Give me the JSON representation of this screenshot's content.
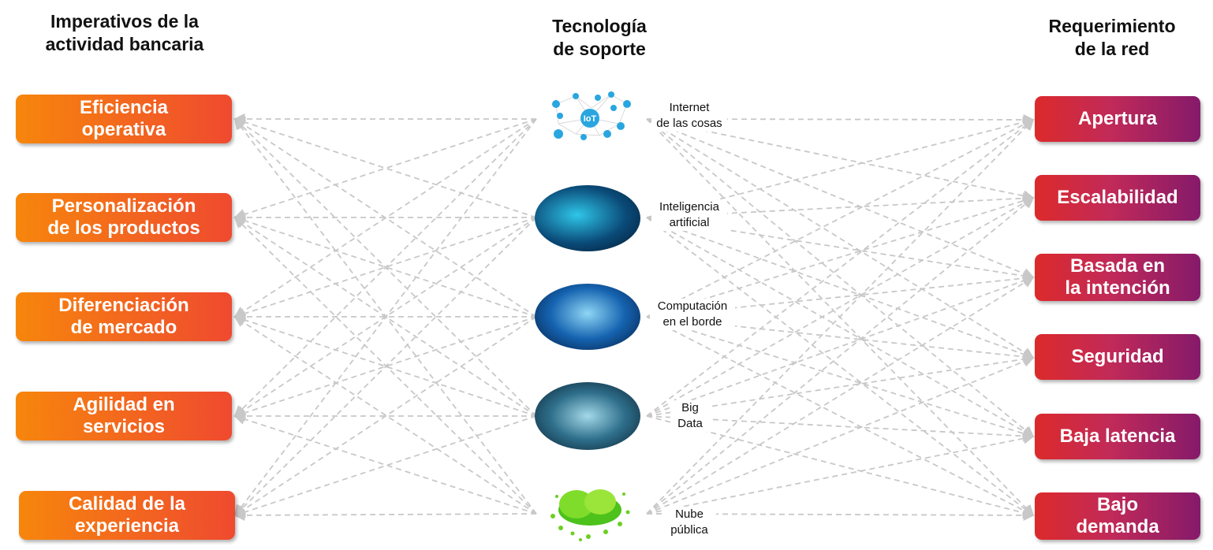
{
  "headers": {
    "left": "Imperativos de la\nactividad bancaria",
    "center": "Tecnología\nde soporte",
    "right": "Requerimiento\nde la red"
  },
  "imperatives": [
    "Eficiencia\noperativa",
    "Personalización\nde los productos",
    "Diferenciación\nde mercado",
    "Agilidad en\nservicios",
    "Calidad de la\nexperiencia"
  ],
  "technologies": [
    {
      "label": "Internet\nde las cosas",
      "icon": "iot-ecosystem-icon",
      "icon_text": "IoT"
    },
    {
      "label": "Inteligencia\nartificial",
      "icon": "ai-head-icon"
    },
    {
      "label": "Computación\nen el borde",
      "icon": "edge-cloud-icon"
    },
    {
      "label": "Big\nData",
      "icon": "big-data-icon"
    },
    {
      "label": "Nube\npública",
      "icon": "public-cloud-icon"
    }
  ],
  "requirements": [
    "Apertura",
    "Escalabilidad",
    "Basada en\nla intención",
    "Seguridad",
    "Baja latencia",
    "Bajo\ndemanda"
  ],
  "colors": {
    "left_start": "#f7860c",
    "left_end": "#ef4a2f",
    "right_start": "#dc2a2a",
    "right_end": "#851a6a",
    "line": "#c8c8c8"
  }
}
